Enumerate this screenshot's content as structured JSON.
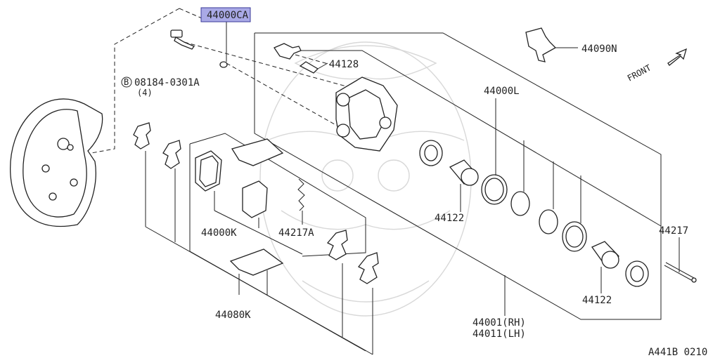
{
  "labels": {
    "highlighted_part": "44000CA",
    "bolt_ref": "08184-0301A",
    "bolt_qty": "(4)",
    "bolt_circle": "B",
    "pin_bolt": "44128",
    "spring_clip": "44090N",
    "front": "FRONT",
    "seal_kit": "44000L",
    "piston_upper": "44122",
    "piston_lower": "44122",
    "pad_kit": "44000K",
    "pad_shim": "44217A",
    "pad_clip_kit": "44080K",
    "pin": "44217",
    "caliper_rh": "44001(RH)",
    "caliper_lh": "44011(LH)",
    "diagram_code": "A441B 0210"
  },
  "colors": {
    "highlight_fill": "#a9a9e6",
    "highlight_stroke": "#3a3a9a",
    "line": "#222222",
    "watermark": "#d8d8d8"
  }
}
